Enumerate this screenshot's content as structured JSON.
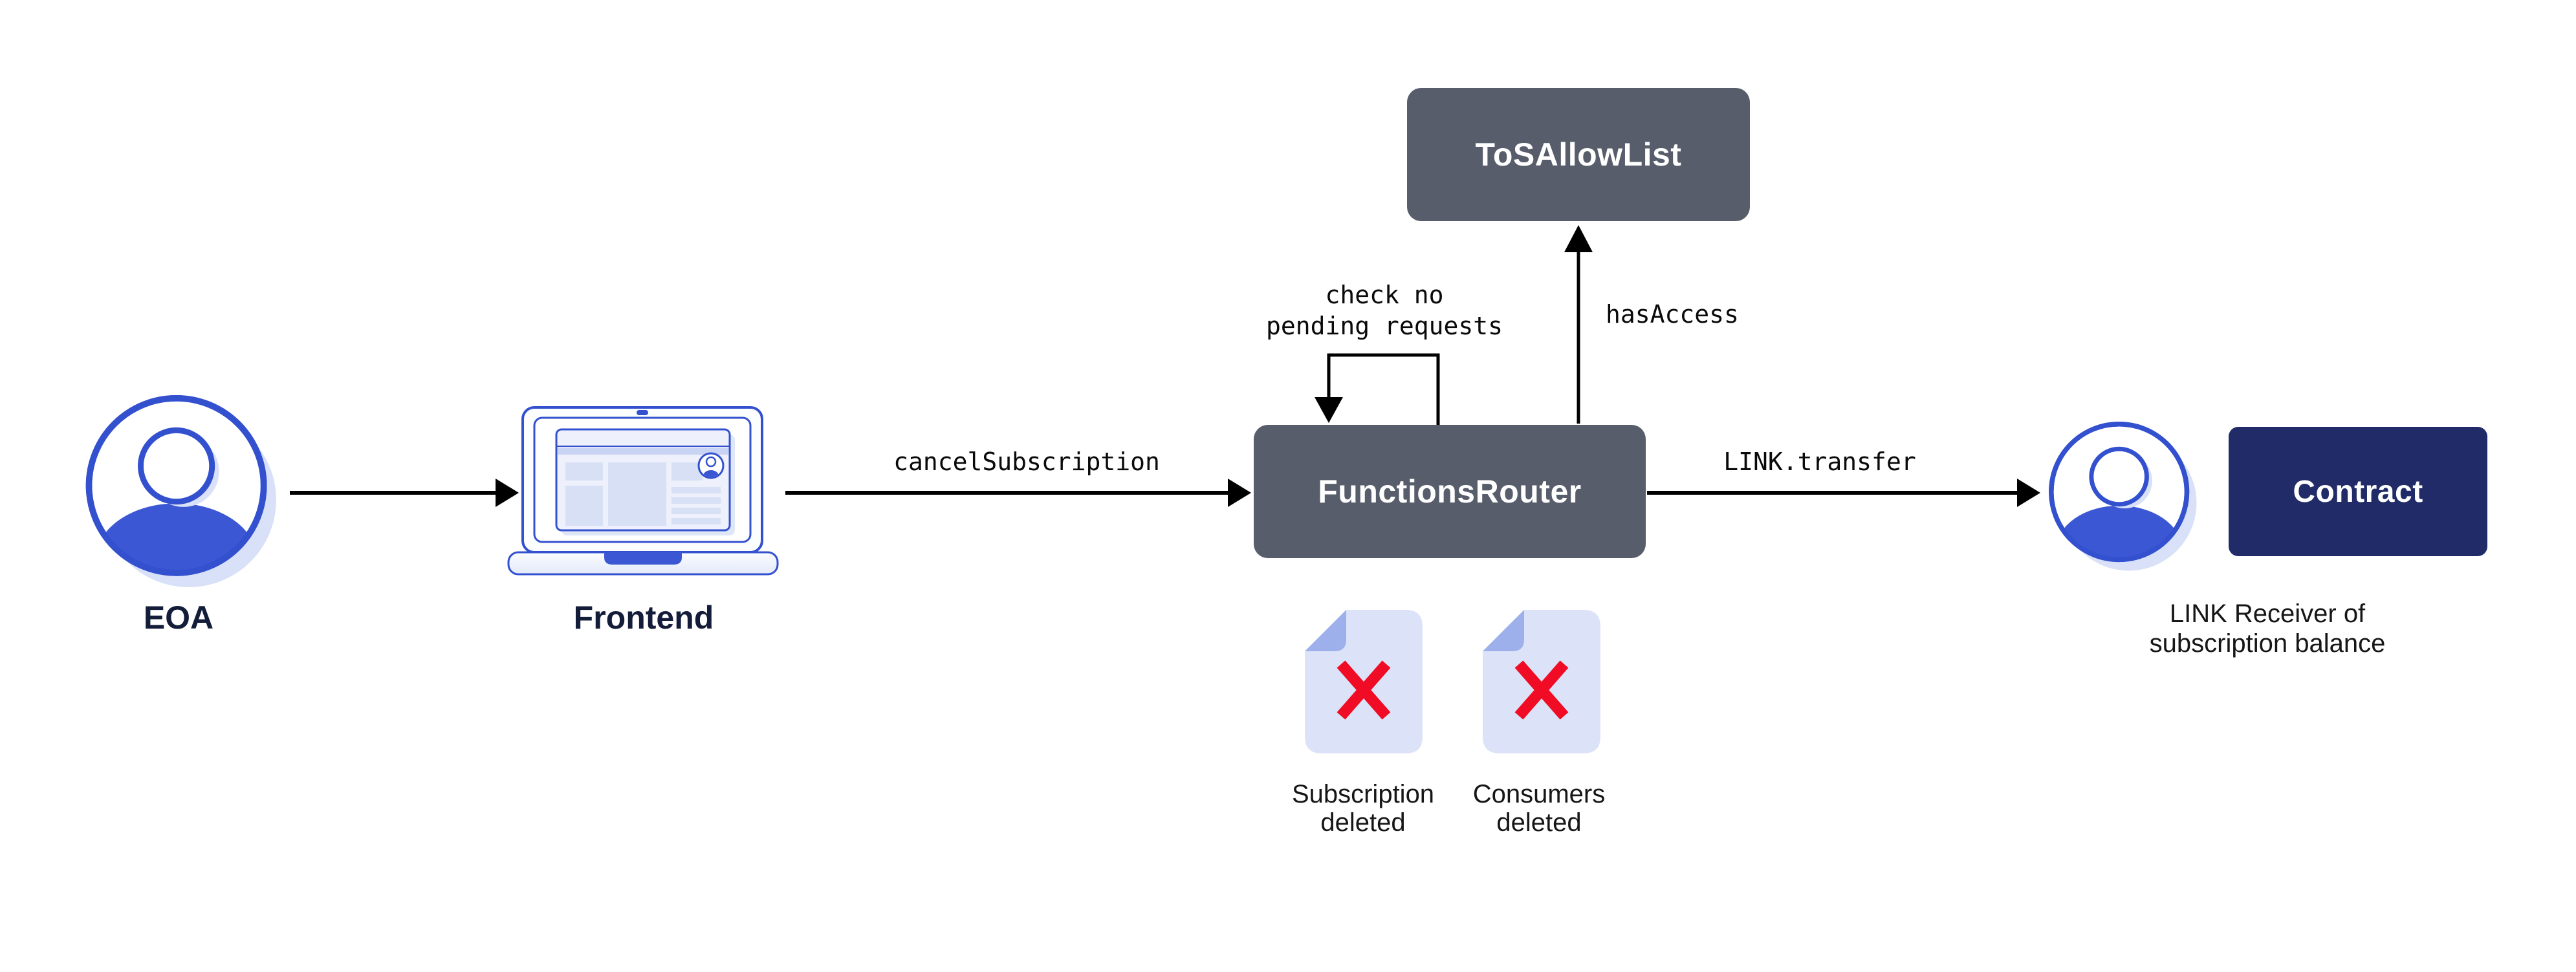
{
  "diagram": {
    "nodes": {
      "eoa": {
        "label": "EOA",
        "icon": "person-icon"
      },
      "frontend": {
        "label": "Frontend",
        "icon": "laptop-icon"
      },
      "functions_router": {
        "label": "FunctionsRouter"
      },
      "tos_allow_list": {
        "label": "ToSAllowList"
      },
      "contract": {
        "label": "Contract"
      },
      "link_receiver": {
        "caption": "LINK Receiver of\nsubscription balance",
        "icon": "person-icon"
      }
    },
    "edges": {
      "frontend_to_router": {
        "label": "cancelSubscription"
      },
      "router_self_loop": {
        "label": "check no\npending requests"
      },
      "router_to_tos": {
        "label": "hasAccess"
      },
      "router_to_receiver": {
        "label": "LINK.transfer"
      }
    },
    "artifacts": {
      "subscription_deleted": {
        "label": "Subscription\ndeleted",
        "icon": "document-deleted-icon"
      },
      "consumers_deleted": {
        "label": "Consumers\ndeleted",
        "icon": "document-deleted-icon"
      }
    },
    "colors": {
      "accent_blue": "#3350cf",
      "fill_blue": "#3b57d4",
      "shadow_blue": "#d9e1f8",
      "box_gray": "#575d6a",
      "box_navy": "#202b67",
      "label_navy": "#131c38",
      "text_black": "#161616",
      "doc_fill": "#dce3f8",
      "doc_fold": "#9db0ec",
      "cross_red": "#ef0c24",
      "arrow_black": "#000000"
    }
  }
}
